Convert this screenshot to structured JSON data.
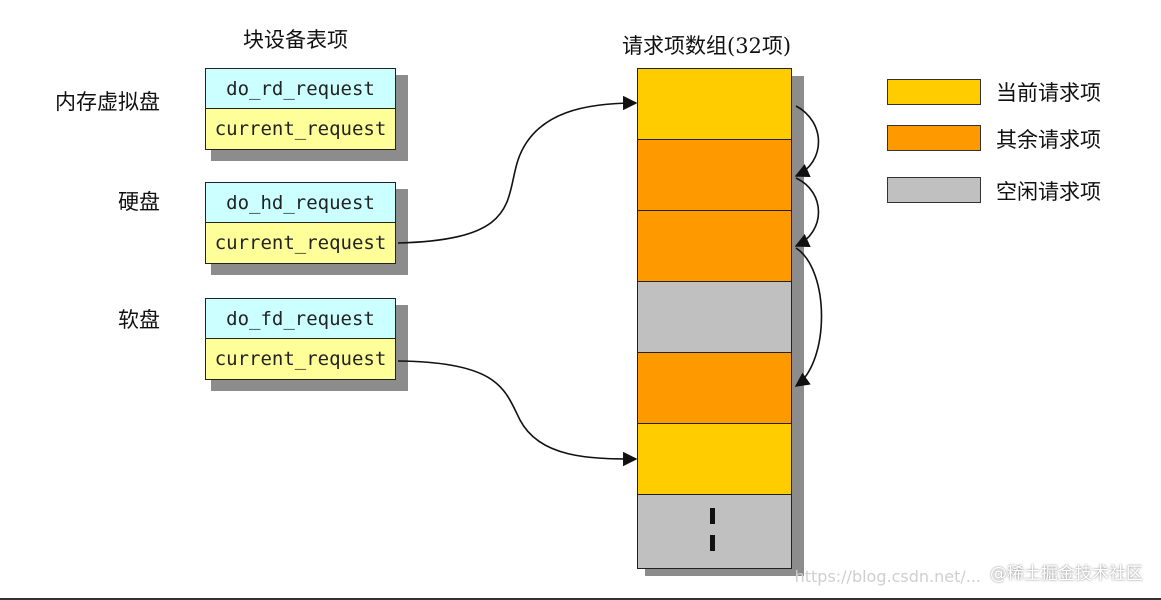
{
  "block_table": {
    "title": "块设备表项",
    "entries": [
      {
        "label": "内存虚拟盘",
        "request_fn": "do_rd_request",
        "current": "current_request"
      },
      {
        "label": "硬盘",
        "request_fn": "do_hd_request",
        "current": "current_request"
      },
      {
        "label": "软盘",
        "request_fn": "do_fd_request",
        "current": "current_request"
      }
    ]
  },
  "request_array": {
    "title": "请求项数组(32项)",
    "slots": [
      "current",
      "other",
      "other",
      "free",
      "other",
      "current",
      "free"
    ]
  },
  "legend": [
    {
      "label": "当前请求项",
      "color": "#ffcc00"
    },
    {
      "label": "其余请求项",
      "color": "#ff9900"
    },
    {
      "label": "空闲请求项",
      "color": "#c0c0c0"
    }
  ],
  "colors": {
    "current": "#ffcc00",
    "other": "#ff9900",
    "free": "#c0c0c0"
  },
  "watermark": {
    "url": "https://blog.csdn.net/...",
    "brand": "@稀土掘金技术社区"
  }
}
